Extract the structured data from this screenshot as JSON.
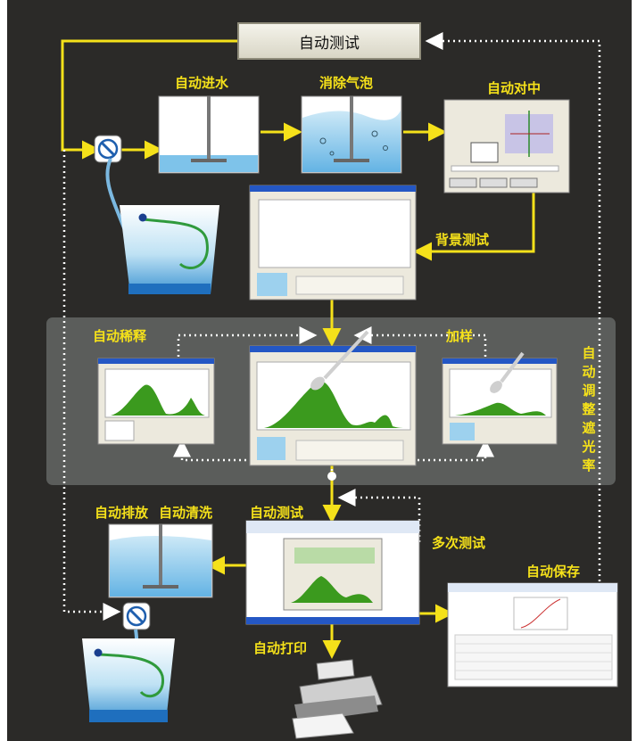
{
  "title_box": "自动测试",
  "labels": {
    "auto_water": "自动进水",
    "remove_bubbles": "消除气泡",
    "auto_align": "自动对中",
    "background_test": "背景测试",
    "auto_dilute": "自动稀释",
    "add_sample": "加样",
    "auto_obscuration": "自动调整遮光率",
    "auto_drain": "自动排放",
    "auto_clean": "自动清洗",
    "auto_test": "自动测试",
    "multiple_tests": "多次测试",
    "auto_save": "自动保存",
    "auto_print": "自动打印"
  },
  "colors": {
    "background": "#2b2a28",
    "accent": "#f5e11a",
    "water": "#8fc9ea",
    "water_dark": "#1f6fbe",
    "chart_green": "#3b9a1e",
    "tube_green": "#2f9a3c",
    "band": "#5b5d5b"
  },
  "icons": [
    "valve-icon",
    "bucket-icon",
    "printer-icon",
    "spoon-icon"
  ]
}
